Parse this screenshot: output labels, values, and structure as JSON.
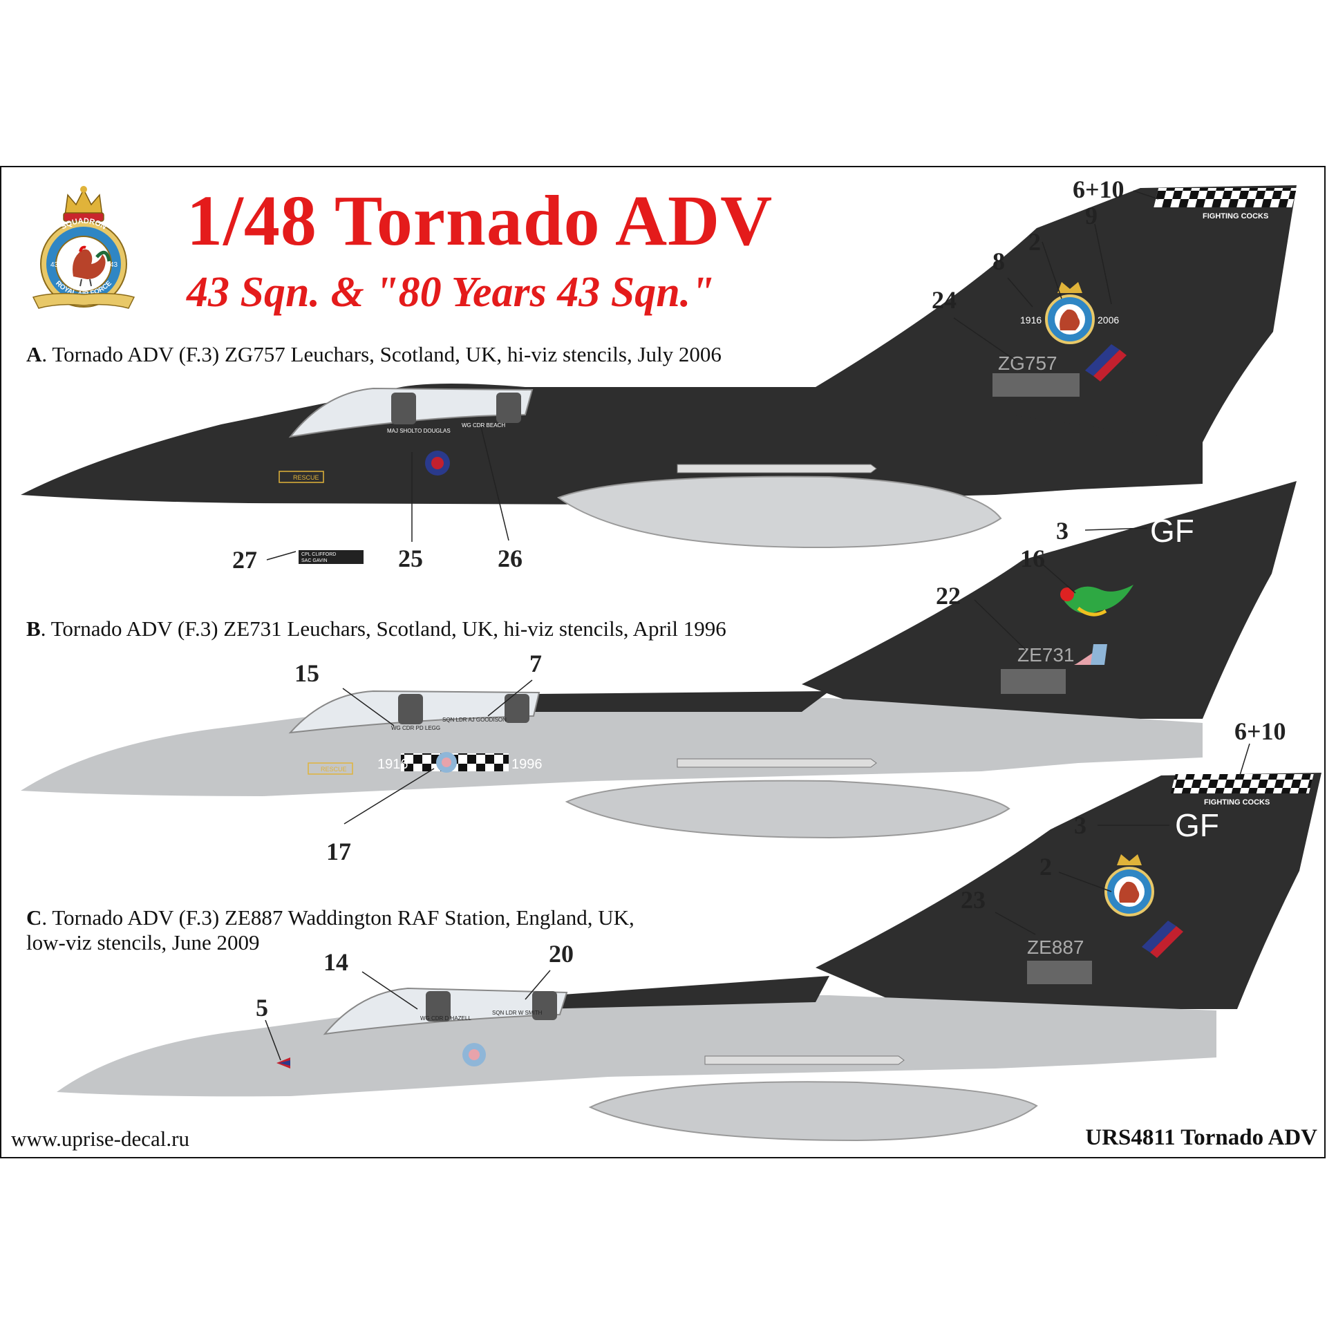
{
  "header": {
    "title": "1/48 Tornado ADV",
    "subtitle": "43 Sqn. & \"80 Years 43 Sqn.\""
  },
  "crest": {
    "ring_text_top": "SQUADRON",
    "ring_text_bottom": "ROYAL AIR FORCE",
    "number": "43"
  },
  "profiles": [
    {
      "letter": "A",
      "description": ". Tornado ADV (F.3) ZG757 Leuchars, Scotland, UK, hi-viz stencils, July 2006",
      "serial": "ZG757",
      "tail_years": [
        "1916",
        "2006"
      ],
      "fin_text": "FIGHTING COCKS",
      "crew_names": [
        "MAJ SHOLTO DOUGLAS",
        "WG CDR BEACH"
      ],
      "ground_crew": [
        "CPL CLIFFORD",
        "SAC GAVIN"
      ],
      "callouts": [
        "6+10",
        "9",
        "2",
        "8",
        "24",
        "25",
        "26",
        "27"
      ]
    },
    {
      "letter": "B",
      "description": ". Tornado ADV (F.3) ZE731 Leuchars, Scotland, UK, hi-viz stencils, April 1996",
      "serial": "ZE731",
      "code": "GF",
      "band_years": [
        "1916",
        "1996"
      ],
      "crew_names": [
        "WG CDR PD LEGG",
        "SQN LDR AJ GOODISON"
      ],
      "callouts": [
        "3",
        "16",
        "22",
        "15",
        "7",
        "17"
      ]
    },
    {
      "letter": "C",
      "description_line1": ". Tornado ADV (F.3) ZE887 Waddington RAF Station, England, UK,",
      "description_line2": "low-viz stencils, June 2009",
      "serial": "ZE887",
      "code": "GF",
      "fin_text": "FIGHTING COCKS",
      "crew_names": [
        "WG CDR D HAZELL",
        "SQN LDR W SMITH"
      ],
      "callouts": [
        "6+10",
        "3",
        "2",
        "23",
        "14",
        "20",
        "5"
      ]
    }
  ],
  "stencil_rescue": "RESCUE",
  "footer": {
    "website": "www.uprise-decal.ru",
    "product_code": "URS4811 Tornado ADV"
  },
  "colors": {
    "title_red": "#e41b1b",
    "dark_grey_camo": "#2e2e2e",
    "light_grey_camo": "#c4c6c8",
    "roundel_blue": "#2a3a8c",
    "roundel_red": "#c3202e",
    "pale_roundel_blue": "#8fb6d8",
    "pale_roundel_red": "#e7a3ab"
  }
}
